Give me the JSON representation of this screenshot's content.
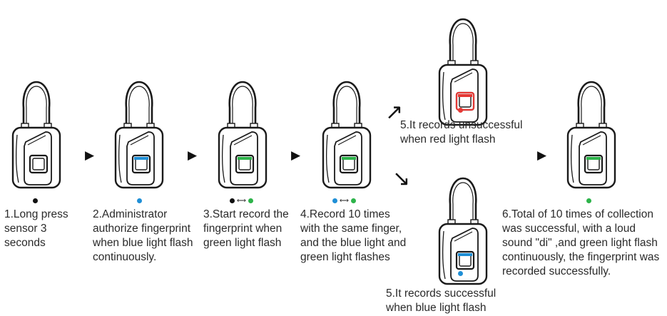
{
  "colors": {
    "black": "#111111",
    "blue": "#1f8fd6",
    "green": "#2db34a",
    "red": "#e53935",
    "outline": "#1a1a1a"
  },
  "steps": [
    {
      "id": "1",
      "caption": "1.Long press\nsensor 3\nseconds",
      "sensor": "none",
      "indicator": [
        "black"
      ]
    },
    {
      "id": "2",
      "caption": "2.Administrator\nauthorize fingerprint\nwhen blue light flash\ncontinuously.",
      "sensor": "blue",
      "indicator": [
        "blue"
      ]
    },
    {
      "id": "3",
      "caption": "3.Start record the\nfingerprint when\ngreen light flash",
      "sensor": "green",
      "indicator": [
        "black",
        "green"
      ]
    },
    {
      "id": "4",
      "caption": "4.Record 10 times\nwith the same finger,\nand the blue light and\ngreen light flashes",
      "sensor": "green",
      "indicator": [
        "blue",
        "green"
      ]
    },
    {
      "id": "5a",
      "caption": "5.It records unsuccessful\nwhen red light flash",
      "sensor": "red",
      "indicator": [
        "red"
      ]
    },
    {
      "id": "5b",
      "caption": "5.It records successful\nwhen blue light flash",
      "sensor": "blue",
      "indicator": [
        "blue"
      ]
    },
    {
      "id": "6",
      "caption": "6.Total of 10 times of collection\nwas successful, with a loud\nsound \"di\" ,and green light flash\ncontinuously, the fingerprint was\n recorded successfully.",
      "sensor": "green",
      "indicator": [
        "green"
      ]
    }
  ],
  "arrows": {
    "right": "▶",
    "up": "↗",
    "down": "↘",
    "double": "⟷"
  }
}
